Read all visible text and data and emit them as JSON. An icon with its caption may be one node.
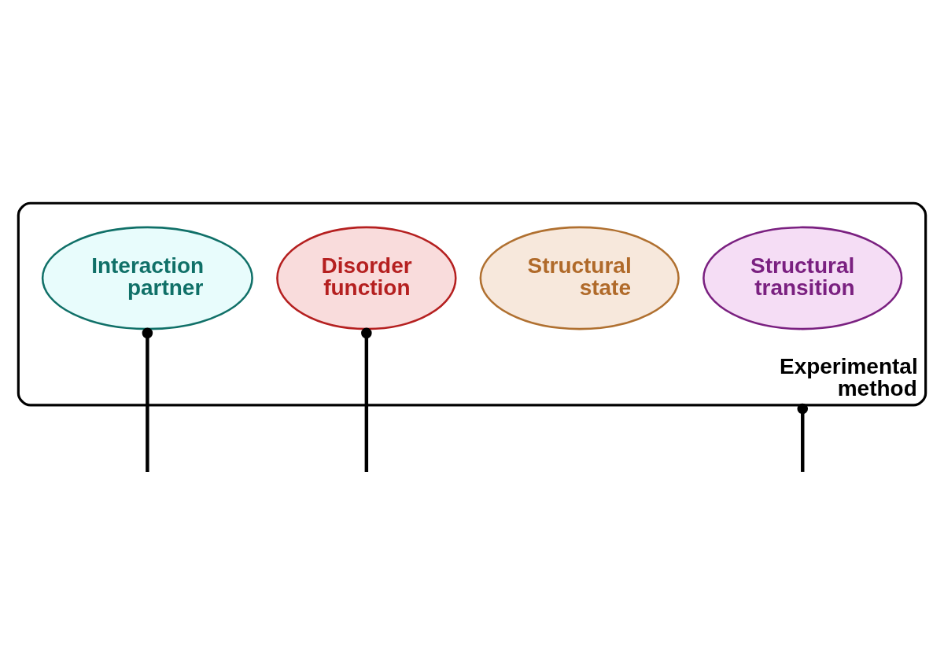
{
  "diagram": {
    "nodes": [
      {
        "text": [
          "Experimental method"
        ]
      },
      {
        "text": [
          "Structural state"
        ],
        "in": 0
      },
      {
        "text": [
          "Interaction partner"
        ],
        "in": 0
      },
      {
        "text": [
          "Structural transition"
        ],
        "in": 0
      },
      {
        "text": [
          "Disorder function"
        ],
        "in": 0
      }
    ],
    "edges": [
      {
        "from": null,
        "to": 2,
        "arrow": "other"
      },
      {
        "from": null,
        "to": 4,
        "arrow": "other"
      },
      {
        "from": null,
        "to": 0,
        "arrow": "other"
      }
    ]
  }
}
